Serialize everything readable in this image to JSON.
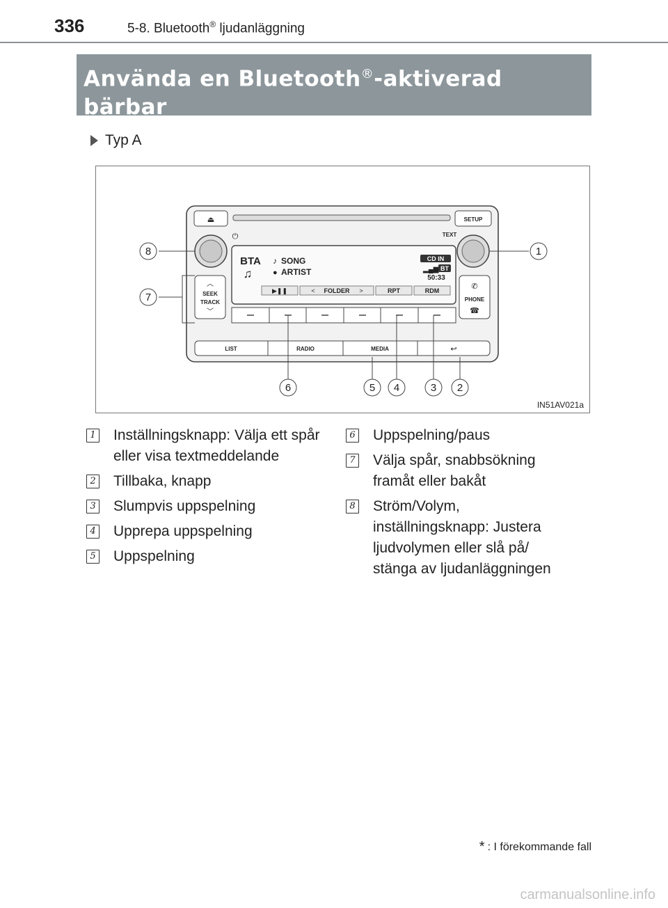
{
  "header": {
    "page_number": "336",
    "chapter": "5-8. Bluetooth",
    "chapter_mark": "®",
    "chapter_suffix": " ljudanläggning"
  },
  "section": {
    "title_part1": "Använda en Bluetooth",
    "title_mark": "®",
    "title_part2": "-aktiverad bärbar",
    "title_line2": "spelare",
    "title_asterisk": "*"
  },
  "type_label": "Typ A",
  "figure": {
    "code": "IN51AV021a",
    "buttons": {
      "setup": "SETUP",
      "text": "TEXT",
      "seek": "SEEK",
      "track": "TRACK",
      "phone": "PHONE",
      "list": "LIST",
      "radio": "RADIO",
      "media": "MEDIA",
      "folder": "FOLDER",
      "rpt": "RPT",
      "rdm": "RDM"
    },
    "display": {
      "source": "BTA",
      "song": "SONG",
      "artist": "ARTIST",
      "cd_in": "CD IN",
      "bt": "BT",
      "time": "50:33"
    },
    "callouts": [
      "1",
      "2",
      "3",
      "4",
      "5",
      "6",
      "7",
      "8"
    ]
  },
  "legend_left": [
    {
      "num": "1",
      "text": "Inställningsknapp: Välja ett spår\neller visa textmeddelande"
    },
    {
      "num": "2",
      "text": "Tillbaka, knapp"
    },
    {
      "num": "3",
      "text": "Slumpvis uppspelning"
    },
    {
      "num": "4",
      "text": "Upprepa uppspelning"
    },
    {
      "num": "5",
      "text": "Uppspelning"
    }
  ],
  "legend_right": [
    {
      "num": "6",
      "text": "Uppspelning/paus"
    },
    {
      "num": "7",
      "text": "Välja spår, snabbsökning\nframåt eller bakåt"
    },
    {
      "num": "8",
      "text": "Ström/Volym,\ninställningsknapp: Justera\nljudvolymen eller slå på/\nstänga av ljudanläggningen"
    }
  ],
  "footnote": {
    "asterisk": "*",
    "text": ": I förekommande fall"
  },
  "watermark": "carmanualsonline.info"
}
